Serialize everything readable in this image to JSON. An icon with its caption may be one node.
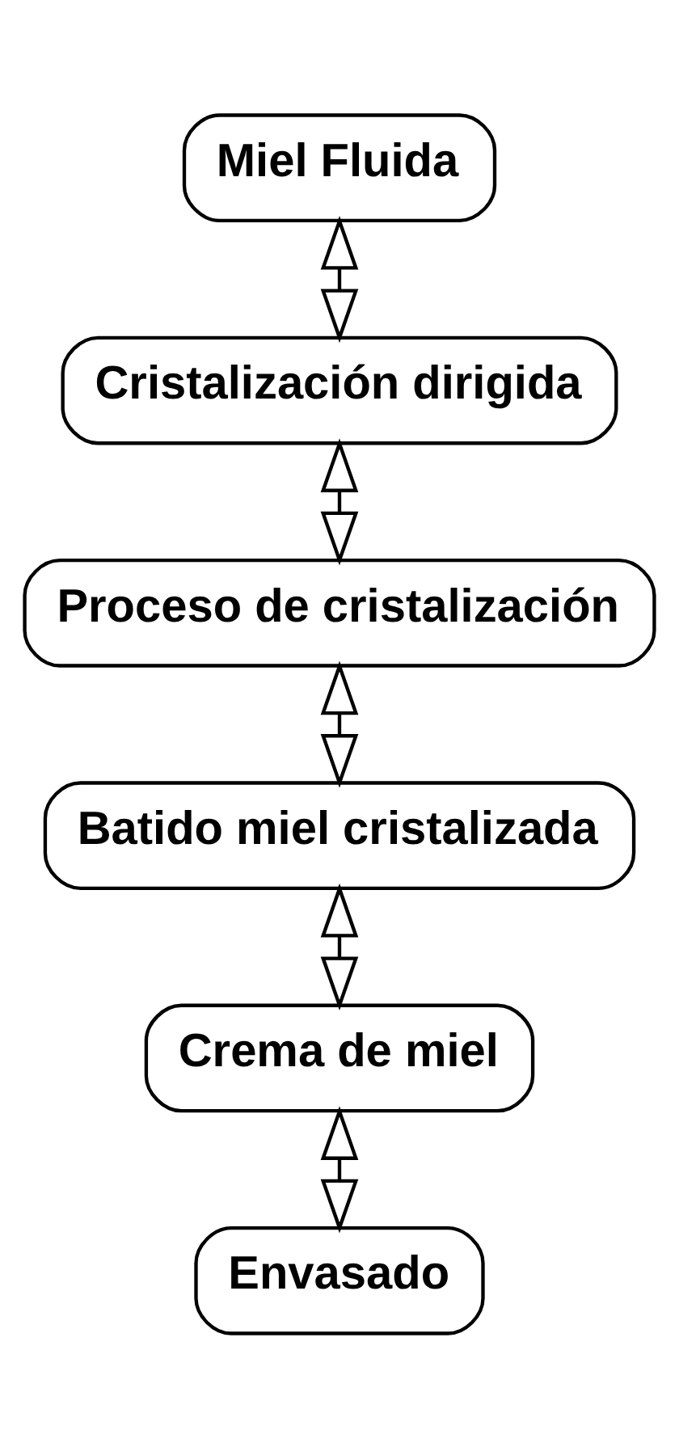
{
  "diagram": {
    "nodes": [
      {
        "text": [
          "Miel Fluida"
        ]
      },
      {
        "text": [
          "Cristalización dirigida"
        ]
      },
      {
        "text": [
          "Proceso de cristalización"
        ]
      },
      {
        "text": [
          "Batido miel cristalizada"
        ]
      },
      {
        "text": [
          "Crema de miel"
        ]
      },
      {
        "text": [
          "Envasado"
        ]
      }
    ],
    "edges": [
      {
        "from": 0,
        "to": 1,
        "arrow": "both"
      },
      {
        "from": 1,
        "to": 2,
        "arrow": "both"
      },
      {
        "from": 2,
        "to": 3,
        "arrow": "both"
      },
      {
        "from": 3,
        "to": 4,
        "arrow": "both"
      },
      {
        "from": 4,
        "to": 5,
        "arrow": "both"
      }
    ]
  }
}
